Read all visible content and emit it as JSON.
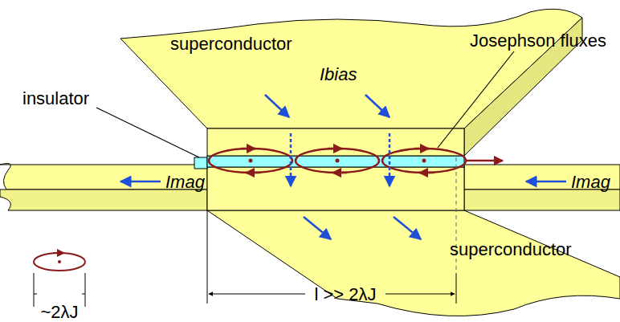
{
  "diagram": {
    "labels": [
      "superconductor",
      "Ibias",
      "Josephson fluxes",
      "insulator",
      "Imag",
      "Imag",
      "superconductor",
      "~2λJ",
      "l >> 2λJ"
    ]
  }
}
